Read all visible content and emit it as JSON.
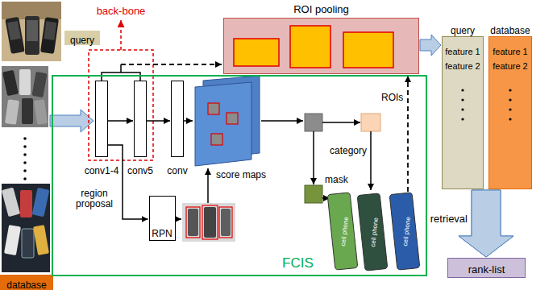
{
  "diagram": {
    "nodes": [
      {
        "text": [
          "query"
        ]
      },
      {
        "text": [
          "database"
        ]
      },
      {
        "text": [
          "FCIS"
        ]
      },
      {
        "text": [
          "conv1-4"
        ],
        "in": 2
      },
      {
        "text": [
          "conv5"
        ],
        "in": 2
      },
      {
        "text": [
          "conv"
        ],
        "in": 2
      },
      {
        "text": [
          "score maps"
        ],
        "in": 2
      },
      {
        "text": [
          "RPN"
        ],
        "in": 2
      },
      {
        "text": [
          "ROI pooling"
        ]
      },
      {
        "text": [
          "query",
          "feature 1",
          "feature 2"
        ]
      },
      {
        "text": [
          "database",
          "feature 1",
          "feature 2"
        ]
      },
      {
        "text": [
          "rank-list"
        ]
      }
    ],
    "edges": [
      {
        "from": 3,
        "to": 4,
        "arrow": "to"
      },
      {
        "from": 4,
        "to": 5,
        "arrow": "to"
      },
      {
        "from": 5,
        "to": 6,
        "arrow": "to"
      },
      {
        "from": 3,
        "to": 7,
        "arrow": "to"
      },
      {
        "from": 8,
        "to": 9,
        "arrow": "to"
      },
      {
        "from": 9,
        "to": 11,
        "label": "retrieval",
        "arrow": "to"
      },
      {
        "from": 10,
        "to": 11,
        "arrow": "to"
      }
    ],
    "labels": [
      "back-bone",
      "region proposal",
      "category",
      "mask",
      "ROIs",
      "cell phone",
      "cell phone",
      "cell phone"
    ]
  }
}
